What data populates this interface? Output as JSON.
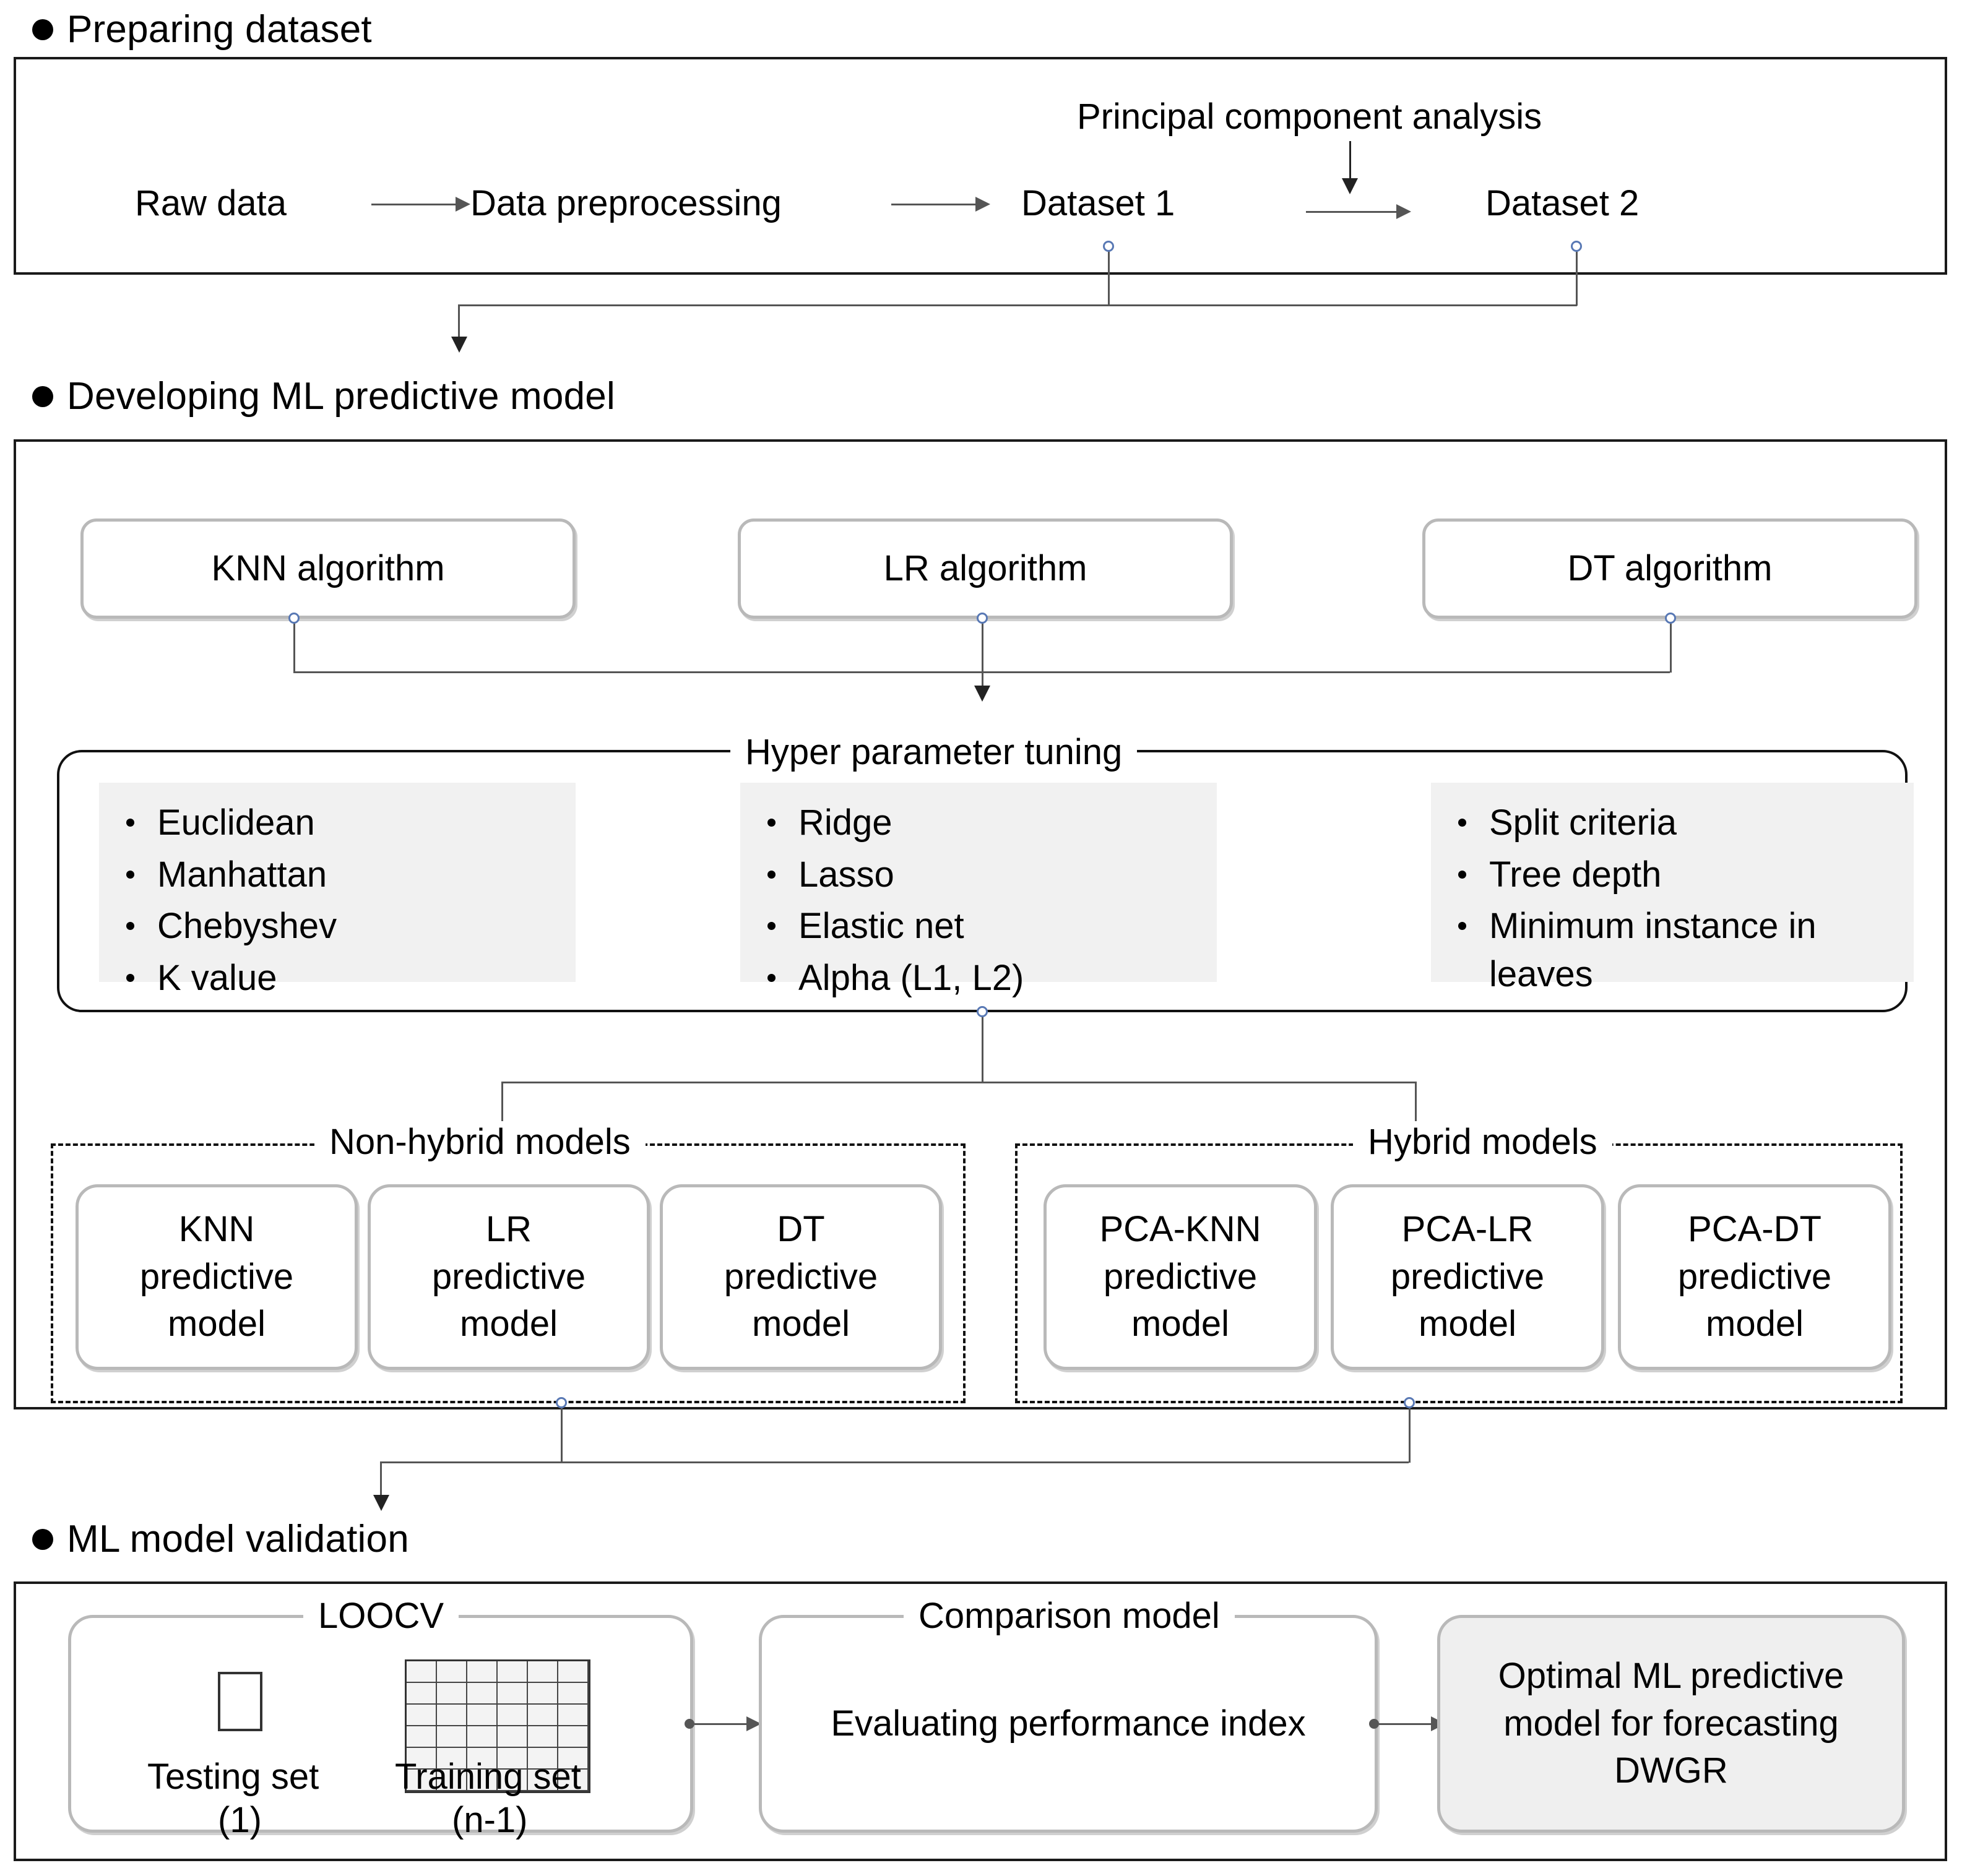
{
  "sections": [
    {
      "id": "prep",
      "title": "Preparing dataset"
    },
    {
      "id": "dev",
      "title": "Developing ML predictive model"
    },
    {
      "id": "valid",
      "title": "ML model validation"
    }
  ],
  "prepare": {
    "raw_data": "Raw data",
    "data_preprocessing": "Data preprocessing",
    "dataset1": "Dataset 1",
    "dataset2": "Dataset 2",
    "pca": "Principal component analysis"
  },
  "develop": {
    "algorithms": [
      {
        "label": "KNN algorithm"
      },
      {
        "label": "LR algorithm"
      },
      {
        "label": "DT algorithm"
      }
    ],
    "tuning_label": "Hyper parameter tuning",
    "param_groups": [
      {
        "owner": "KNN",
        "items": [
          "Euclidean",
          "Manhattan",
          "Chebyshev",
          "K value"
        ]
      },
      {
        "owner": "LR",
        "items": [
          "Ridge",
          "Lasso",
          "Elastic net",
          "Alpha (L1, L2)"
        ]
      },
      {
        "owner": "DT",
        "items": [
          "Split criteria",
          "Tree depth",
          "Minimum instance in leaves"
        ]
      }
    ],
    "non_hybrid": {
      "label": "Non-hybrid models",
      "models": [
        {
          "line1": "KNN",
          "line2": "predictive",
          "line3": "model"
        },
        {
          "line1": "LR",
          "line2": "predictive",
          "line3": "model"
        },
        {
          "line1": "DT",
          "line2": "predictive",
          "line3": "model"
        }
      ]
    },
    "hybrid": {
      "label": "Hybrid models",
      "models": [
        {
          "line1": "PCA-KNN",
          "line2": "predictive",
          "line3": "model"
        },
        {
          "line1": "PCA-LR",
          "line2": "predictive",
          "line3": "model"
        },
        {
          "line1": "PCA-DT",
          "line2": "predictive",
          "line3": "model"
        }
      ]
    }
  },
  "validation": {
    "loocv_label": "LOOCV",
    "testing_set_line1": "Testing set",
    "testing_set_line2": "(1)",
    "training_set_line1": "Training set",
    "training_set_line2": "(n-1)",
    "comparison_label": "Comparison model",
    "comparison_body": "Evaluating performance index",
    "optimal_line1": "Optimal ML predictive",
    "optimal_line2": "model for forecasting",
    "optimal_line3": "DWGR"
  },
  "colors": {
    "frame_border": "#1a1a1a",
    "box_border": "#b9b9b9",
    "panel_bg": "#f1f1f1",
    "shaded_box_bg": "#efefef",
    "connector": "#555555",
    "node_ring": "#5878b4"
  }
}
